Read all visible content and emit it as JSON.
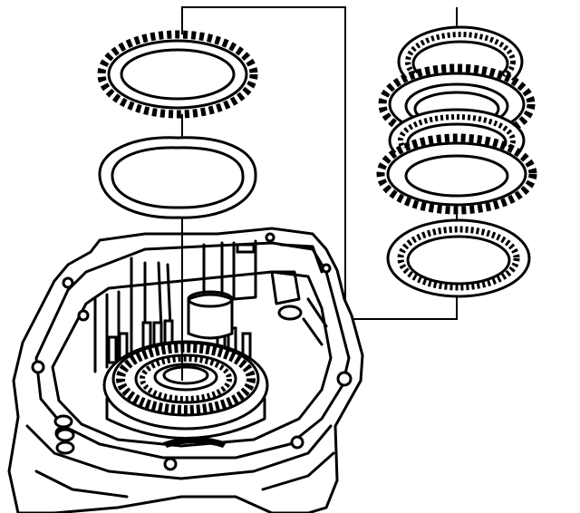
{
  "diagram": {
    "ink_color": "#000000",
    "background_color": "#ffffff",
    "stack_order": [
      "outer-tooth-plate-upper",
      "wave-plate",
      "inner-clutch-pack",
      "transaxle-case-housing"
    ],
    "clutch_pack_count": 5
  }
}
